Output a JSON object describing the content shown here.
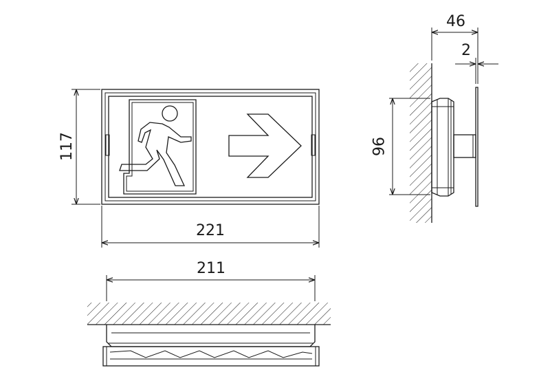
{
  "front_view": {
    "height_label": "117",
    "width_label": "221"
  },
  "side_view": {
    "depth_label": "46",
    "plate_label": "2",
    "height_label": "96"
  },
  "bottom_view": {
    "width_label": "211"
  }
}
